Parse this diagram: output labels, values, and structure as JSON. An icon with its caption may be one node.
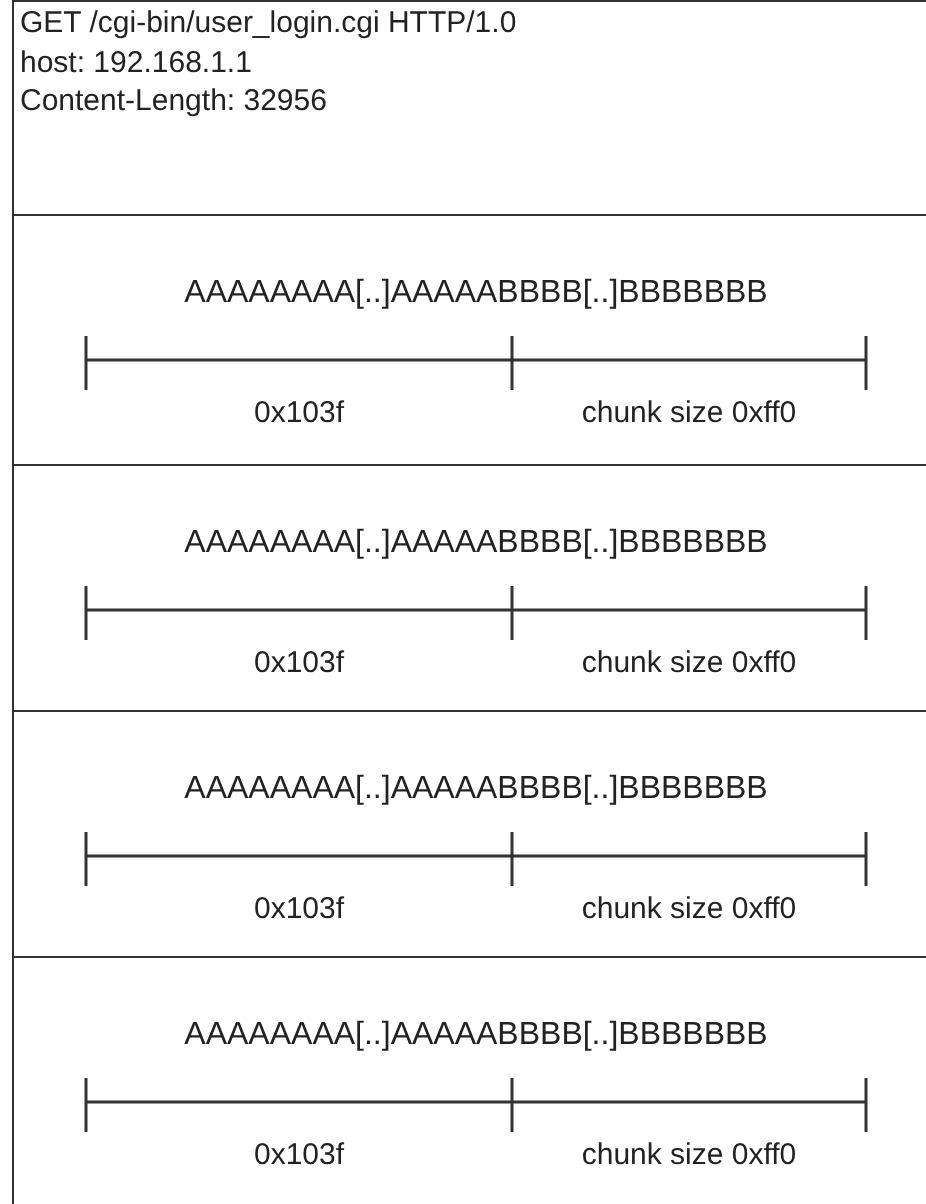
{
  "diagram": {
    "nodes": [
      {
        "text": [
          "GET /cgi-bin/user_login.cgi HTTP/1.0",
          "host: 192.168.1.1",
          "Content-Length: 32956"
        ]
      },
      {
        "text": [
          "AAAAAAAA[..]AAAAABBBB[..]BBBBBBB",
          "0x103f",
          "chunk size 0xff0"
        ]
      },
      {
        "text": [
          "AAAAAAAA[..]AAAAABBBB[..]BBBBBBB",
          "0x103f",
          "chunk size 0xff0"
        ]
      },
      {
        "text": [
          "AAAAAAAA[..]AAAAABBBB[..]BBBBBBB",
          "0x103f",
          "chunk size 0xff0"
        ]
      },
      {
        "text": [
          "AAAAAAAA[..]AAAAABBBB[..]BBBBBBB",
          "0x103f",
          "chunk size 0xff0"
        ]
      }
    ]
  }
}
